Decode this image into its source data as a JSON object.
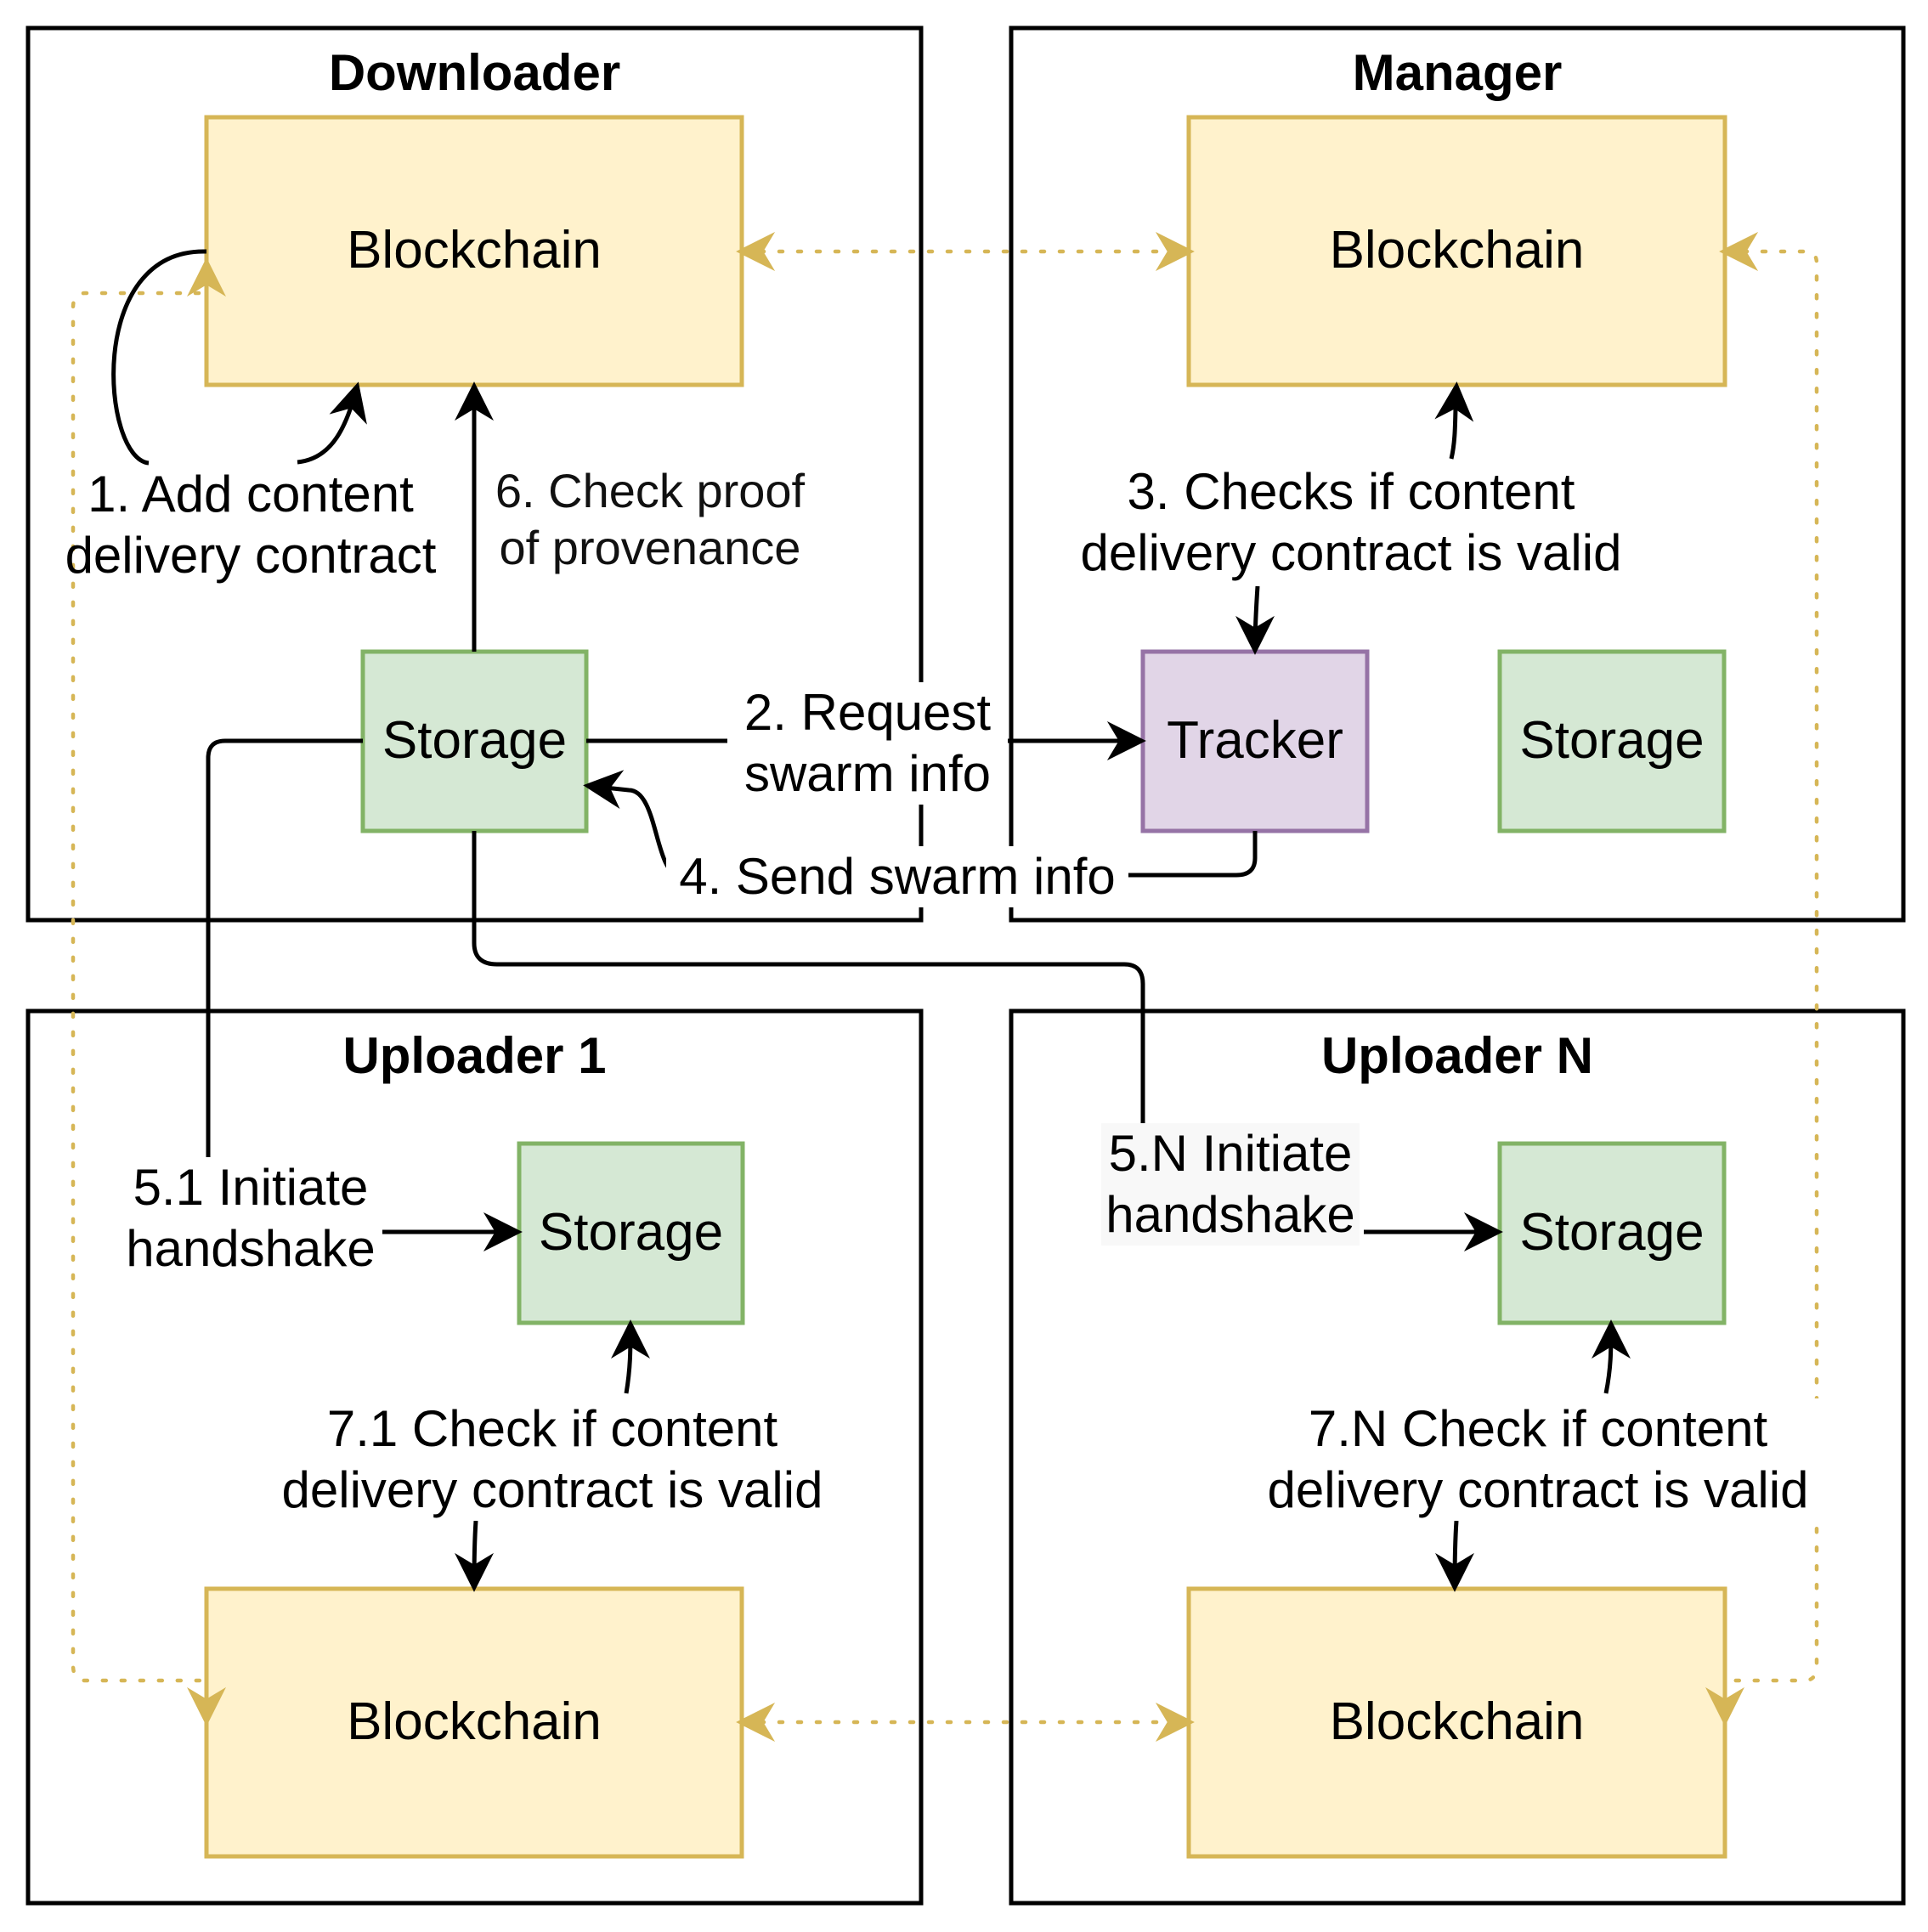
{
  "panels": {
    "downloader": {
      "title": "Downloader"
    },
    "manager": {
      "title": "Manager"
    },
    "uploader1": {
      "title": "Uploader 1"
    },
    "uploaderN": {
      "title": "Uploader N"
    }
  },
  "nodes": {
    "d_blockchain": "Blockchain",
    "d_storage": "Storage",
    "m_blockchain": "Blockchain",
    "m_tracker": "Tracker",
    "m_storage": "Storage",
    "u1_storage": "Storage",
    "u1_blockchain": "Blockchain",
    "un_storage": "Storage",
    "un_blockchain": "Blockchain"
  },
  "edges": {
    "step1": "1. Add content\ndelivery contract",
    "step2": "2. Request\nswarm info",
    "step3": "3. Checks if content\ndelivery contract is valid",
    "step4": "4. Send swarm info",
    "step5_1": "5.1 Initiate\nhandshake",
    "step5_N": "5.N Initiate\nhandshake",
    "step6": "6. Check proof\nof provenance",
    "step7_1": "7.1 Check if content\ndelivery contract is valid",
    "step7_N": "7.N Check if content\ndelivery contract is valid"
  },
  "colors": {
    "blockchain_fill": "#fff2cc",
    "blockchain_stroke": "#d6b656",
    "storage_fill": "#d5e8d4",
    "storage_stroke": "#82b366",
    "tracker_fill": "#e1d5e7",
    "tracker_stroke": "#9673a6",
    "sync_line": "#d6b656"
  }
}
